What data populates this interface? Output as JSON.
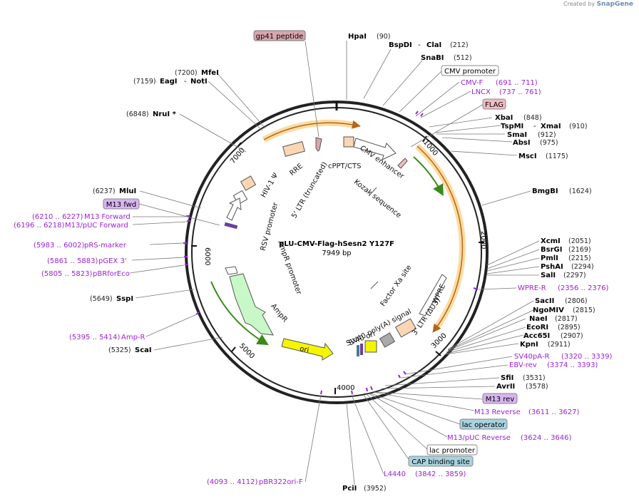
{
  "brand": {
    "created_by": "Created by",
    "name": "SnapGene"
  },
  "plasmid": {
    "name": "pLU-CMV-Flag-hSesn2 Y127F",
    "length": "7949 bp"
  },
  "ticks": [
    "1000",
    "2000",
    "3000",
    "4000",
    "5000",
    "6000",
    "7000"
  ],
  "enzymes": {
    "hpaI": {
      "name": "HpaI",
      "pos": "(90)"
    },
    "bspdi": {
      "name": "BspDI",
      "pos": "(212)"
    },
    "clai": {
      "name": "ClaI"
    },
    "snabi": {
      "name": "SnaBI",
      "pos": "(512)"
    },
    "xbai": {
      "name": "XbaI",
      "pos": "(848)"
    },
    "tspmi": {
      "name": "TspMI",
      "pos": "(910)"
    },
    "xmai": {
      "name": "XmaI"
    },
    "smai": {
      "name": "SmaI",
      "pos": "(912)"
    },
    "absi": {
      "name": "AbsI",
      "pos": "(975)"
    },
    "msci": {
      "name": "MscI",
      "pos": "(1175)"
    },
    "bmgbi": {
      "name": "BmgBI",
      "pos": "(1624)"
    },
    "xcmi": {
      "name": "XcmI",
      "pos": "(2051)"
    },
    "bsrgi": {
      "name": "BsrGI",
      "pos": "(2169)"
    },
    "pmli": {
      "name": "PmlI",
      "pos": "(2215)"
    },
    "pshai": {
      "name": "PshAI",
      "pos": "(2294)"
    },
    "sali": {
      "name": "SalI",
      "pos": "(2297)"
    },
    "sacii": {
      "name": "SacII",
      "pos": "(2806)"
    },
    "ngomiv": {
      "name": "NgoMIV",
      "pos": "(2815)"
    },
    "naei": {
      "name": "NaeI",
      "pos": "(2817)"
    },
    "ecori": {
      "name": "EcoRI",
      "pos": "(2895)"
    },
    "acc65i": {
      "name": "Acc65I",
      "pos": "(2907)"
    },
    "kpni": {
      "name": "KpnI",
      "pos": "(2911)"
    },
    "sfii": {
      "name": "SfiI",
      "pos": "(3531)"
    },
    "avrii": {
      "name": "AvrII",
      "pos": "(3578)"
    },
    "pcii": {
      "name": "PciI",
      "pos": "(3952)"
    },
    "scai": {
      "name": "ScaI",
      "pos": "(5325)"
    },
    "sspi": {
      "name": "SspI",
      "pos": "(5649)"
    },
    "mlui": {
      "name": "MluI",
      "pos": "(6237)"
    },
    "nrui": {
      "name": "NruI *",
      "pos": "(6848)"
    },
    "eagi": {
      "name": "EagI",
      "pos": "(7159)"
    },
    "noti": {
      "name": "NotI"
    },
    "mfei": {
      "name": "MfeI",
      "pos": "(7200)"
    }
  },
  "primers": {
    "cmvf": {
      "name": "CMV-F",
      "pos": "(691 .. 711)"
    },
    "lncx": {
      "name": "LNCX",
      "pos": "(737 .. 761)"
    },
    "wprer": {
      "name": "WPRE-R",
      "pos": "(2356 .. 2376)"
    },
    "sv40par": {
      "name": "SV40pA-R",
      "pos": "(3320 .. 3339)"
    },
    "ebvrev": {
      "name": "EBV-rev",
      "pos": "(3374 .. 3393)"
    },
    "m13reverse": {
      "name": "M13 Reverse",
      "pos": "(3611 .. 3627)"
    },
    "m13pucrev": {
      "name": "M13/pUC Reverse",
      "pos": "(3624 .. 3646)"
    },
    "l4440": {
      "name": "L4440",
      "pos": "(3842 .. 3859)"
    },
    "pbr322ori": {
      "name": "pBR322ori-F",
      "pos": "(4093 .. 4112)"
    },
    "ampr": {
      "name": "Amp-R",
      "pos": "(5395 .. 5414)"
    },
    "pbrforeco": {
      "name": "pBRforEco",
      "pos": "(5805 .. 5823)"
    },
    "pgex3": {
      "name": "pGEX 3'",
      "pos": "(5861 .. 5883)"
    },
    "prsmarker": {
      "name": "pRS-marker",
      "pos": "(5983 .. 6002)"
    },
    "m13pucfwd": {
      "name": "M13/pUC Forward",
      "pos": "(6196 .. 6218)"
    },
    "m13forward": {
      "name": "M13 Forward",
      "pos": "(6210 .. 6227)"
    }
  },
  "boxed": {
    "gp41": "gp41 peptide",
    "cmvpromoter": "CMV promoter",
    "flag": "FLAG",
    "m13rev": "M13 rev",
    "lacoperator": "lac operator",
    "lacpromoter": "lac promoter",
    "capsite": "CAP binding site",
    "m13fwd": "M13 fwd"
  },
  "features": {
    "rre": "RRE",
    "cppt": "cPPT/CTS",
    "cmvenh": "CMV enhancer",
    "kozak": "Kozak sequence",
    "hiv": "HIV-1 Ψ",
    "ltr5": "5' LTR (truncated)",
    "rsv": "RSV promoter",
    "ampprom": "AmpR promoter",
    "ampr": "AmpR",
    "ori": "ori",
    "factorxa": "Factor Xa site",
    "wpre": "WPRE",
    "ltr3": "3' LTR (ΔU3)",
    "sv40polya": "SV40 poly(A) signal",
    "sv40ori": "SV40 ori"
  },
  "colors": {
    "primer": "#9b22d6",
    "orf_orange": "#f5a623",
    "gp41_fill": "#d9a6ad",
    "flag_fill": "#f0bcc2",
    "m13_fill": "#d8b4f0",
    "lac_fill": "#a8d3e0",
    "ori_fill": "#f5f500",
    "ampr_fill": "#c8f8c8",
    "ltr_fill": "#fbd6b4"
  }
}
